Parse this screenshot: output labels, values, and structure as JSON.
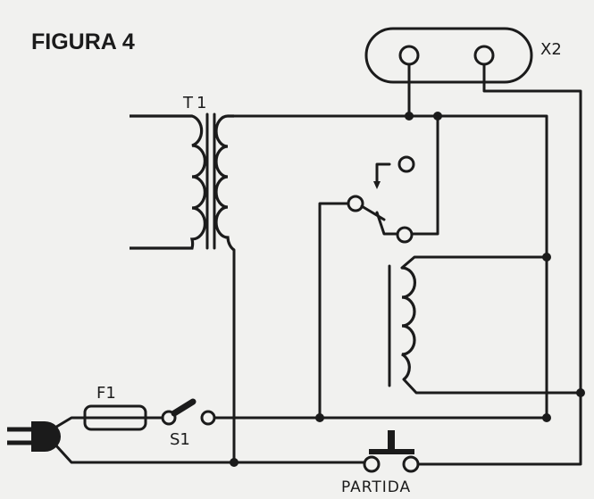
{
  "figure": {
    "title": "FIGURA 4"
  },
  "labels": {
    "transformer": "T1",
    "lamp_socket": "X2",
    "fuse": "F1",
    "switch": "S1",
    "push_button": "PARTIDA"
  },
  "colors": {
    "ink": "#1b1b1b",
    "paper": "#f1f1ef"
  }
}
